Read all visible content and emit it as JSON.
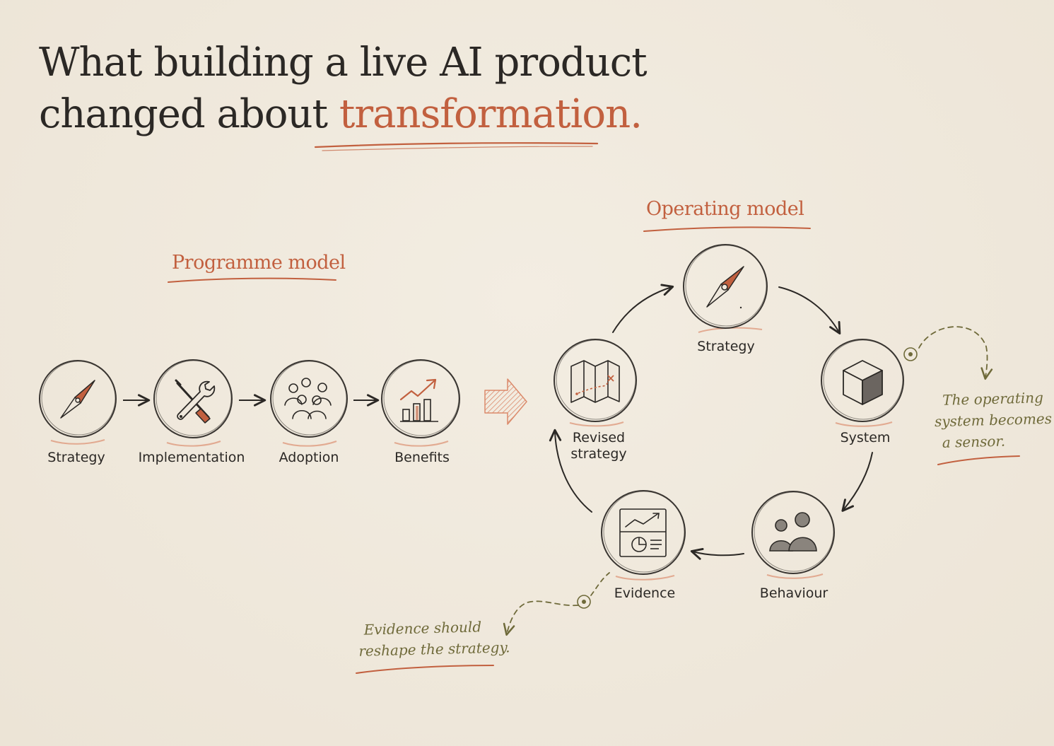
{
  "title": {
    "line1": "What building a live AI product",
    "line2_prefix": "changed about ",
    "line2_accent": "transformation."
  },
  "programme_model": {
    "label": "Programme model",
    "steps": [
      {
        "label": "Strategy",
        "icon": "compass-icon"
      },
      {
        "label": "Implementation",
        "icon": "tools-icon"
      },
      {
        "label": "Adoption",
        "icon": "people-group-icon"
      },
      {
        "label": "Benefits",
        "icon": "growth-chart-icon"
      }
    ]
  },
  "operating_model": {
    "label": "Operating model",
    "nodes": [
      {
        "label": "Strategy",
        "icon": "compass-icon"
      },
      {
        "label": "System",
        "icon": "cube-icon"
      },
      {
        "label": "Behaviour",
        "icon": "people-icon"
      },
      {
        "label": "Evidence",
        "icon": "dashboard-icon"
      },
      {
        "label_line1": "Revised",
        "label_line2": "strategy",
        "icon": "map-icon"
      }
    ]
  },
  "notes": {
    "system": {
      "line1": "The operating",
      "line2": "system becomes",
      "line3": "a sensor."
    },
    "evidence": {
      "line1": "Evidence should",
      "line2": "reshape the strategy."
    }
  },
  "colors": {
    "background": "#efe8dc",
    "ink": "#2b2825",
    "accent": "#c2603f",
    "note": "#6f6a3a"
  }
}
